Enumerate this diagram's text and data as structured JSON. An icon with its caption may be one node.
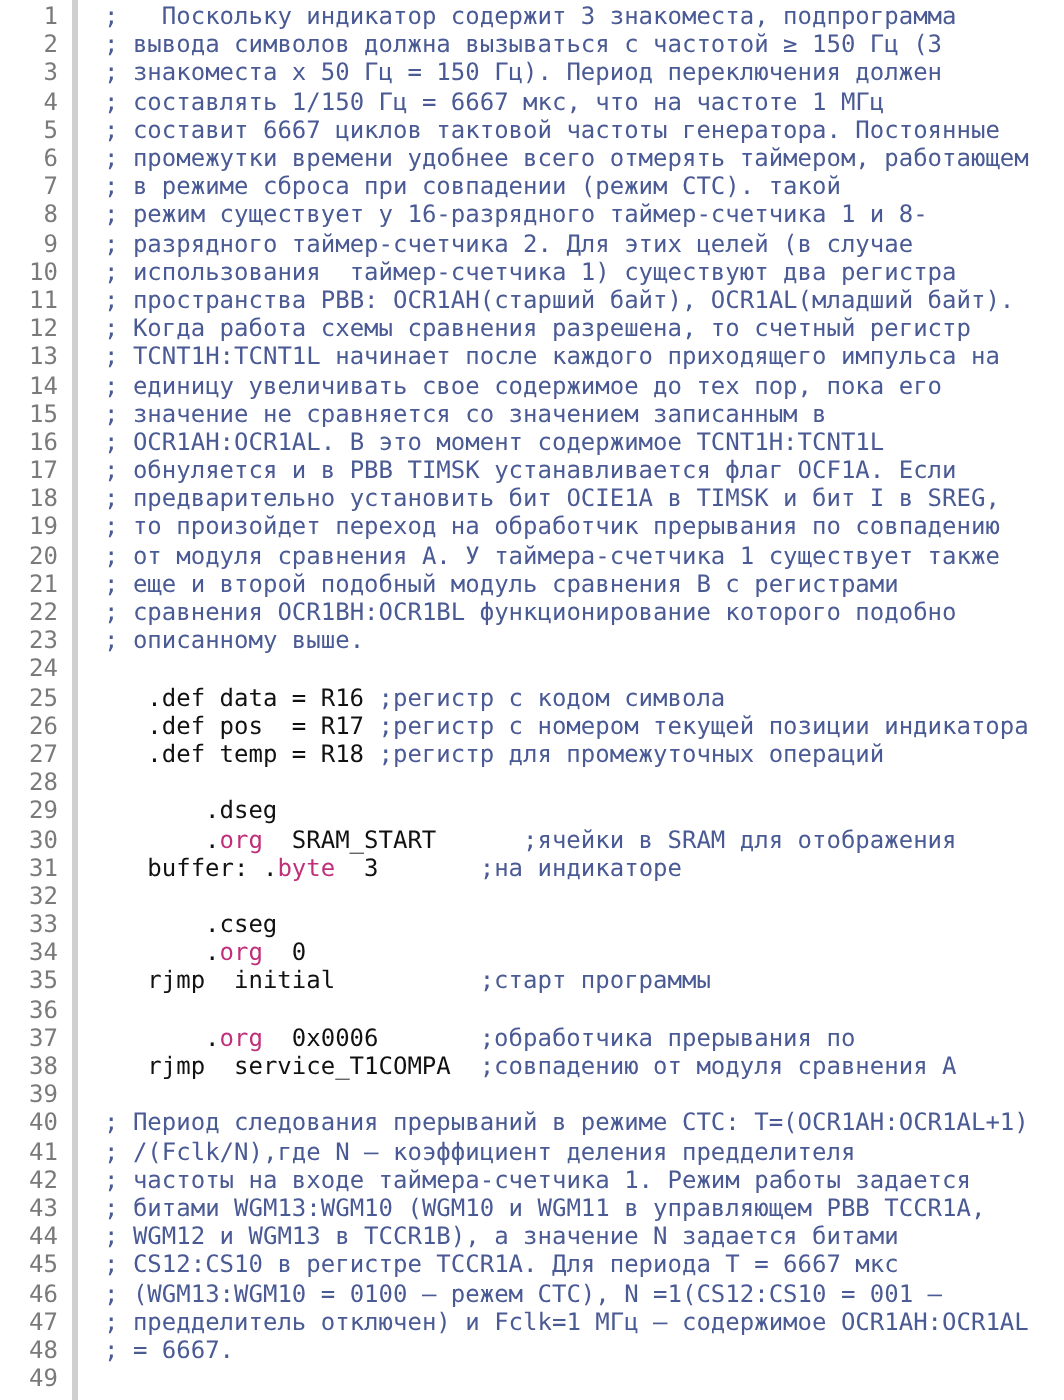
{
  "diagram": {
    "labels": [
      "1",
      ";   Поскольку индикатор содержит 3 знакоместа, подпрограмма",
      "2",
      "; вывода символов должна вызываться с частотой ≥ 150 Гц (3",
      "3",
      "; знакоместа х 50 Гц = 150 Гц). Период переключения должен",
      "4",
      "; составлять 1/150 Гц = 6667 мкс, что на частоте 1 МГц",
      "5",
      "; составит 6667 циклов тактовой частоты генератора. Постоянные",
      "6",
      "; промежутки времени удобнее всего отмерять таймером, работающем",
      "7",
      "; в режиме сброса при совпадении (режим CTC). такой",
      "8",
      "; режим существует у 16-разрядного таймер-счетчика 1 и 8-",
      "9",
      "; разрядного таймер-счетчика 2. Для этих целей (в случае",
      "10",
      "; использования  таймер-счетчика 1) существуют два регистра",
      "11",
      "; пространства РВВ: OCR1AH(старший байт), OCR1AL(младший байт).",
      "12",
      "; Когда работа схемы сравнения разрешена, то счетный регистр",
      "13",
      "; TCNT1H:TCNT1L начинает после каждого приходящего импульса на",
      "14",
      "; единицу увеличивать свое содержимое до тех пор, пока его",
      "15",
      "; значение не сравняется со значением записанным в",
      "16",
      "; OCR1AH:OCR1AL. В это момент содержимое TCNT1H:TCNT1L",
      "17",
      "; обнуляется и в РВВ TIMSK устанавливается флаг OCF1A. Если",
      "18",
      "; предварительно установить бит OCIE1A в TIMSK и бит I в SREG,",
      "19",
      "; то произойдет переход на обработчик прерывания по совпадению",
      "20",
      "; от модуля сравнения А. У таймера-счетчика 1 существует также",
      "21",
      "; еще и второй подобный модуль сравнения В с регистрами",
      "22",
      "; сравнения OCR1BH:OCR1BL функционирование которого подобно",
      "23",
      "; описанному выше.",
      "24",
      "25",
      ".def data = R16 ;регистр с кодом символа",
      "26",
      ".def pos  = R17 ;регистр с номером текущей позиции индикатора",
      "27",
      ".def temp = R18 ;регистр для промежуточных операций",
      "28",
      "29",
      ".dseg",
      "30",
      ".org  SRAM_START      ;ячейки в SRAM для отображения",
      "31",
      "buffer: .byte  3       ;на индикаторе",
      "32",
      "33",
      ".cseg",
      "34",
      ".org  0",
      "35",
      "rjmp  initial          ;старт программы",
      "36",
      "37",
      ".org  0x0006       ;обработчика прерывания по",
      "38",
      "rjmp  service_T1COMPA  ;совпадению от модуля сравнения А",
      "39",
      "40",
      "; Период следования прерываний в режиме CTC: T=(OCR1AH:OCR1AL+1)",
      "41",
      "; /(Fclk/N),где N – коэффициент деления предделителя",
      "42",
      "; частоты на входе таймера-счетчика 1. Режим работы задается",
      "43",
      "; битами WGM13:WGM10 (WGM10 и WGM11 в управляющем РВВ TCCR1A,",
      "44",
      "; WGM12 и WGM13 в TCCR1B), а значение N задается битами",
      "45",
      "; CS12:CS10 в регистре TCCR1A. Для периода T = 6667 мкс",
      "46",
      "; (WGM13:WGM10 = 0100 – режем CTC), N =1(CS12:CS10 = 001 –",
      "47",
      "; предделитель отключен) и Fclk=1 МГц – содержимое OCR1AH:OCR1AL",
      "48",
      "; = 6667.",
      "49"
    ]
  }
}
